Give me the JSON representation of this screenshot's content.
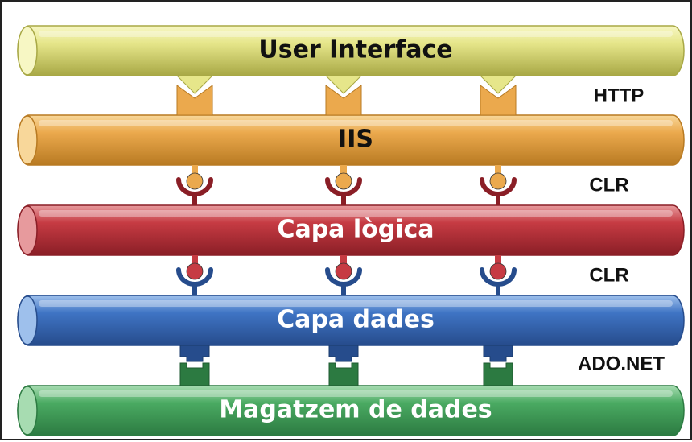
{
  "layers": [
    {
      "label": "User Interface",
      "light": "#f7f7c4",
      "mid": "#e6e68a",
      "dark": "#a8a845",
      "text": "#111111"
    },
    {
      "label": "IIS",
      "light": "#f8d79a",
      "mid": "#eba94d",
      "dark": "#b87a22",
      "text": "#111111"
    },
    {
      "label": "Capa lògica",
      "light": "#e79a9d",
      "mid": "#c63b43",
      "dark": "#8a1e26",
      "text": "#ffffff"
    },
    {
      "label": "Capa dades",
      "light": "#9ec0ec",
      "mid": "#3f74c4",
      "dark": "#264c8c",
      "text": "#ffffff"
    },
    {
      "label": "Magatzem de dades",
      "light": "#a7dcb1",
      "mid": "#4aaa62",
      "dark": "#2c7a41",
      "text": "#ffffff"
    }
  ],
  "connectors": [
    {
      "label": "HTTP",
      "style": "chevron",
      "top_color": "#e6e68a",
      "bottom_color": "#eba94d"
    },
    {
      "label": "CLR",
      "style": "socket",
      "top_color": "#eba94d",
      "bottom_color": "#8a1e26"
    },
    {
      "label": "CLR",
      "style": "socket",
      "top_color": "#c63b43",
      "bottom_color": "#264c8c"
    },
    {
      "label": "ADO.NET",
      "style": "block",
      "top_color": "#264c8c",
      "bottom_color": "#2c7a41"
    }
  ]
}
